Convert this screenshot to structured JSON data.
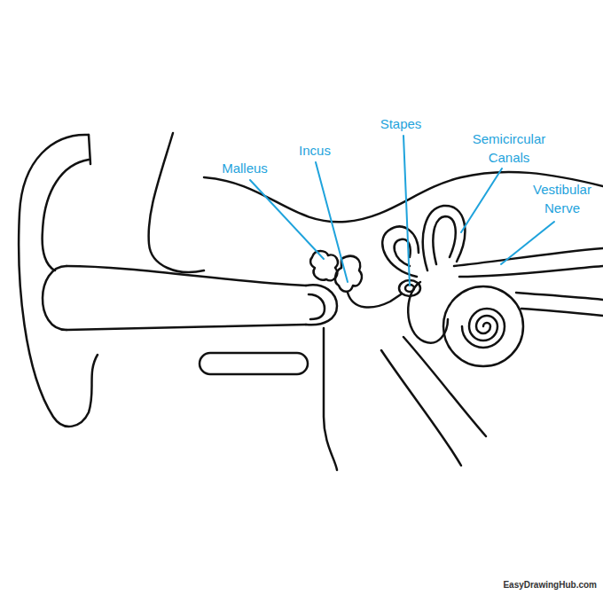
{
  "diagram": {
    "labels": [
      "Malleus",
      "Incus",
      "Stapes",
      "Semicircular Canals",
      "Vestibular Nerve",
      "EasyDrawingHub.com"
    ]
  }
}
